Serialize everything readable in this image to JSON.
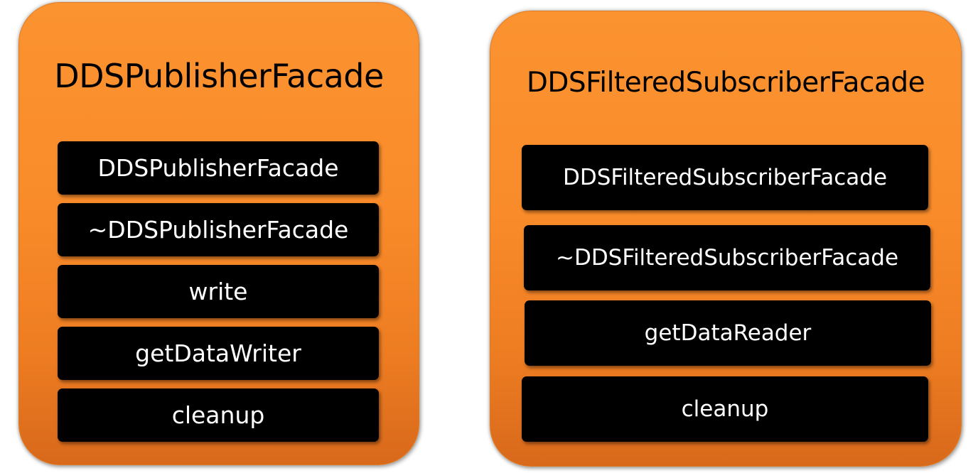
{
  "diagram": {
    "classes": [
      {
        "title": "DDSPublisherFacade",
        "methods": [
          "DDSPublisherFacade",
          "~DDSPublisherFacade",
          "write",
          "getDataWriter",
          "cleanup"
        ]
      },
      {
        "title": "DDSFilteredSubscriberFacade",
        "methods": [
          "DDSFilteredSubscriberFacade",
          "~DDSFilteredSubscriberFacade",
          "getDataReader",
          "cleanup"
        ]
      }
    ]
  },
  "colors": {
    "box_fill": "#f98b2a",
    "method_fill": "#000000",
    "method_text": "#ffffff",
    "title_text": "#000000"
  }
}
